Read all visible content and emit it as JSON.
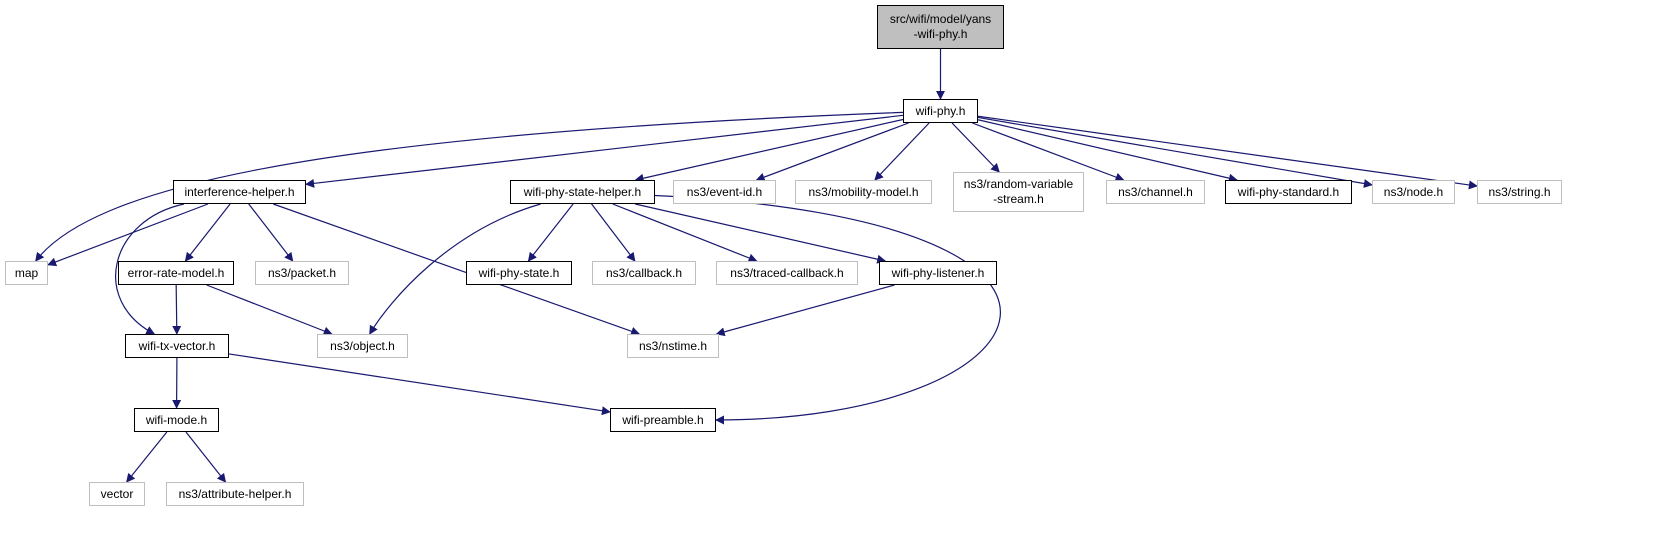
{
  "diagram": {
    "edge_color": "#191970",
    "colors": {
      "root_fill": "#bfbfbf",
      "local_border": "#000000",
      "external_border": "#bfbfbf"
    },
    "nodes": [
      {
        "id": "yans",
        "label": "src/wifi/model/yans\n-wifi-phy.h",
        "kind": "root"
      },
      {
        "id": "wifiphy",
        "label": "wifi-phy.h",
        "kind": "local"
      },
      {
        "id": "interference",
        "label": "interference-helper.h",
        "kind": "local"
      },
      {
        "id": "statehelper",
        "label": "wifi-phy-state-helper.h",
        "kind": "local"
      },
      {
        "id": "eventid",
        "label": "ns3/event-id.h",
        "kind": "external"
      },
      {
        "id": "mobility",
        "label": "ns3/mobility-model.h",
        "kind": "external"
      },
      {
        "id": "randomvar",
        "label": "ns3/random-variable\n-stream.h",
        "kind": "external"
      },
      {
        "id": "channel",
        "label": "ns3/channel.h",
        "kind": "external"
      },
      {
        "id": "standard",
        "label": "wifi-phy-standard.h",
        "kind": "local"
      },
      {
        "id": "node",
        "label": "ns3/node.h",
        "kind": "external"
      },
      {
        "id": "string",
        "label": "ns3/string.h",
        "kind": "external"
      },
      {
        "id": "map",
        "label": "map",
        "kind": "external"
      },
      {
        "id": "errorrate",
        "label": "error-rate-model.h",
        "kind": "local"
      },
      {
        "id": "packet",
        "label": "ns3/packet.h",
        "kind": "external"
      },
      {
        "id": "phystate",
        "label": "wifi-phy-state.h",
        "kind": "local"
      },
      {
        "id": "callback",
        "label": "ns3/callback.h",
        "kind": "external"
      },
      {
        "id": "traced",
        "label": "ns3/traced-callback.h",
        "kind": "external"
      },
      {
        "id": "listener",
        "label": "wifi-phy-listener.h",
        "kind": "local"
      },
      {
        "id": "txvector",
        "label": "wifi-tx-vector.h",
        "kind": "local"
      },
      {
        "id": "object",
        "label": "ns3/object.h",
        "kind": "external"
      },
      {
        "id": "nstime",
        "label": "ns3/nstime.h",
        "kind": "external"
      },
      {
        "id": "mode",
        "label": "wifi-mode.h",
        "kind": "local"
      },
      {
        "id": "preamble",
        "label": "wifi-preamble.h",
        "kind": "local"
      },
      {
        "id": "vector",
        "label": "vector",
        "kind": "external"
      },
      {
        "id": "attrhelper",
        "label": "ns3/attribute-helper.h",
        "kind": "external"
      }
    ],
    "edges": [
      {
        "from": "yans",
        "to": "wifiphy"
      },
      {
        "from": "wifiphy",
        "to": "map"
      },
      {
        "from": "wifiphy",
        "to": "interference"
      },
      {
        "from": "wifiphy",
        "to": "statehelper"
      },
      {
        "from": "wifiphy",
        "to": "eventid"
      },
      {
        "from": "wifiphy",
        "to": "mobility"
      },
      {
        "from": "wifiphy",
        "to": "randomvar"
      },
      {
        "from": "wifiphy",
        "to": "channel"
      },
      {
        "from": "wifiphy",
        "to": "standard"
      },
      {
        "from": "wifiphy",
        "to": "node"
      },
      {
        "from": "wifiphy",
        "to": "string"
      },
      {
        "from": "interference",
        "to": "map"
      },
      {
        "from": "interference",
        "to": "errorrate"
      },
      {
        "from": "interference",
        "to": "packet"
      },
      {
        "from": "interference",
        "to": "txvector"
      },
      {
        "from": "interference",
        "to": "nstime"
      },
      {
        "from": "statehelper",
        "to": "phystate"
      },
      {
        "from": "statehelper",
        "to": "callback"
      },
      {
        "from": "statehelper",
        "to": "traced"
      },
      {
        "from": "statehelper",
        "to": "listener"
      },
      {
        "from": "statehelper",
        "to": "object"
      },
      {
        "from": "statehelper",
        "to": "preamble"
      },
      {
        "from": "errorrate",
        "to": "txvector"
      },
      {
        "from": "errorrate",
        "to": "object"
      },
      {
        "from": "listener",
        "to": "nstime"
      },
      {
        "from": "txvector",
        "to": "mode"
      },
      {
        "from": "txvector",
        "to": "preamble"
      },
      {
        "from": "mode",
        "to": "vector"
      },
      {
        "from": "mode",
        "to": "attrhelper"
      }
    ]
  }
}
